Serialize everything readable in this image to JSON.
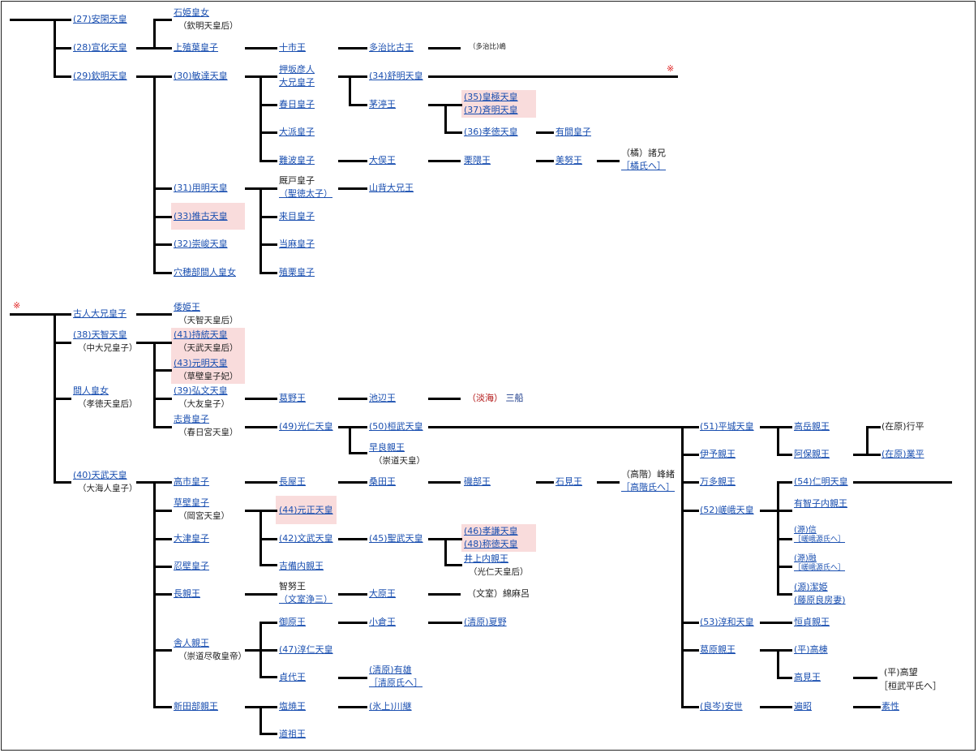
{
  "nodes": {
    "ankan": "(27)安閑天皇",
    "senka": "(28)宣化天皇",
    "kinmei": "(29)欽明天皇",
    "ishihime": "石姫皇女",
    "ishihime_note": "（欽明天皇后）",
    "kamiueha": "上殖葉皇子",
    "bidatsu": "(30)敏達天皇",
    "tochi": "十市王",
    "tajihiko": "多治比古王",
    "tajihi_shima": "（多治比)嶋",
    "oshisaka_1": "押坂彦人",
    "oshisaka_2": "大兄皇子",
    "kasuga": "春日皇子",
    "omata": "大派皇子",
    "naniwa": "難波皇子",
    "jomei": "(34)舒明天皇",
    "chinu": "茅渟王",
    "kogyoku": "(35)皇極天皇",
    "saimei": "(37)斉明天皇",
    "kotoku": "(36)孝徳天皇",
    "arima": "有間皇子",
    "ohomata": "大俣王",
    "kurikuma": "栗隈王",
    "minu": "美努王",
    "moroe": "（橘）諸兄",
    "tachibana_link": "［橘氏へ］",
    "yomei": "(31)用明天皇",
    "suiko": "(33)推古天皇",
    "sushun": "(32)崇峻天皇",
    "anahobe": "穴穂部間人皇女",
    "umayado": "厩戸皇子",
    "shotoku": "（聖徳太子）",
    "yamashiro": "山背大兄王",
    "kume": "来目皇子",
    "taima": "当麻皇子",
    "ekuri": "殖栗皇子",
    "furuhito": "古人大兄皇子",
    "tenji": "(38)天智天皇",
    "tenji_note": "（中大兄皇子）",
    "hashihito": "間人皇女",
    "hashihito_note": "（孝徳天皇后）",
    "tenmu": "(40)天武天皇",
    "tenmu_note": "（大海人皇子）",
    "yamatohime": "倭姫王",
    "yamatohime_note": "（天智天皇后）",
    "jito": "(41)持統天皇",
    "jito_note": "（天武天皇后）",
    "genmei": "(43)元明天皇",
    "genmei_note": "（草壁皇子妃）",
    "kobun": "(39)弘文天皇",
    "kobun_note": "（大友皇子）",
    "shiki": "志貴皇子",
    "shiki_note": "（春日宮天皇）",
    "kadono": "葛野王",
    "ikebe": "池辺王",
    "mifune_clan": "（淡海）",
    "mifune": "三船",
    "konin": "(49)光仁天皇",
    "kanmu": "(50)桓武天皇",
    "sawara": "早良親王",
    "sawara_note": "（崇道天皇）",
    "heizei": "(51)平城天皇",
    "iyo": "伊予親王",
    "manta": "万多親王",
    "saga": "(52)嵯峨天皇",
    "junna": "(53)淳和天皇",
    "kazurahara": "葛原親王",
    "yasuyo": "(良岑)安世",
    "takaoka": "高岳親王",
    "abo": "阿保親王",
    "yukihira": "(在原)行平",
    "narihira": "(在原)業平",
    "ninmyo": "(54)仁明天皇",
    "uchiko": "有智子内親王",
    "makoto": "(源)信",
    "makoto_link": "［嵯峨源氏へ］",
    "toru": "(源)融",
    "toru_link": "［嵯峨源氏へ］",
    "kiyohime": "(源)潔姫",
    "kiyohime_note": "(藤原良房妻)",
    "tsuneyo": "恒貞親王",
    "takamune": "(平)高棟",
    "takami": "高見王",
    "takamochi": "(平)高望",
    "kanmu_heishi": "［桓武平氏へ］",
    "henjo": "遍昭",
    "sosei": "素性",
    "takechi": "高市皇子",
    "kusakabe": "草壁皇子",
    "kusakabe_note": "（岡宮天皇）",
    "otsu": "大津皇子",
    "osakabe": "忍壁皇子",
    "naga": "長親王",
    "toneri": "舎人親王",
    "toneri_note": "（崇道尽敬皇帝）",
    "niitabe": "新田部親王",
    "nagaya": "長屋王",
    "gensho": "(44)元正天皇",
    "monmu": "(42)文武天皇",
    "kibi": "吉備内親王",
    "chinu2": "智努王",
    "bunya_kiyomi": "（文室浄三）",
    "kuwata": "桑田王",
    "isobe": "磯部王",
    "iwami": "石見王",
    "mineo": "（高階）峰緒",
    "takashina_link": "［高階氏へ］",
    "shomu": "(45)聖武天皇",
    "koken": "(46)孝謙天皇",
    "shotoku_t": "(48)称徳天皇",
    "inoe": "井上内親王",
    "inoe_note": "（光仁天皇后）",
    "ohara": "大原王",
    "watamaro": "（文室）綿麻呂",
    "mihara": "御原王",
    "junnin": "(47)淳仁天皇",
    "sadayo": "貞代王",
    "ogura": "小倉王",
    "natsuno": "(清原)夏野",
    "ario": "(清原)有雄",
    "kiyohara_link": "［清原氏へ］",
    "shioyaki": "塩焼王",
    "funado": "道祖王",
    "kawatsugu": "(氷上)川継"
  },
  "marks": {
    "continue": "※"
  }
}
